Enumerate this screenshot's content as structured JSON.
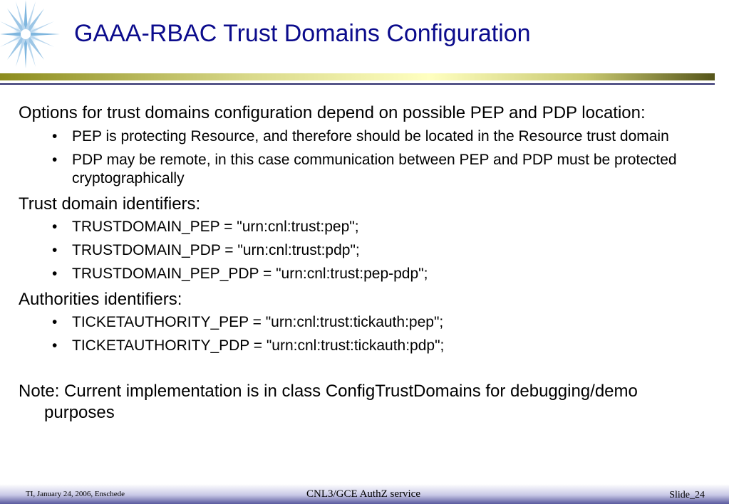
{
  "slide": {
    "title": "GAAA-RBAC Trust Domains Configuration",
    "logo_icon": "star-burst-icon",
    "colors": {
      "title": "#0b0b8c",
      "bar_dark": "#8c8c1e",
      "bar_light": "#ffffc0",
      "rule": "#2b2b6b",
      "footer": "#5a5a9e"
    }
  },
  "content": {
    "section1": {
      "text": "Options for trust domains configuration depend on possible PEP and PDP location:",
      "bullets": [
        "PEP is protecting Resource, and therefore should be located in the Resource trust domain",
        "PDP may be remote, in this case communication between PEP and PDP must be protected cryptographically"
      ]
    },
    "section2": {
      "text": "Trust domain identifiers:",
      "bullets": [
        "TRUSTDOMAIN_PEP = \"urn:cnl:trust:pep\";",
        "TRUSTDOMAIN_PDP = \"urn:cnl:trust:pdp\";",
        "TRUSTDOMAIN_PEP_PDP = \"urn:cnl:trust:pep-pdp\";"
      ]
    },
    "section3": {
      "text": "Authorities identifiers:",
      "bullets": [
        "TICKETAUTHORITY_PEP = \"urn:cnl:trust:tickauth:pep\";",
        "TICKETAUTHORITY_PDP = \"urn:cnl:trust:tickauth:pdp\";"
      ]
    },
    "note": "Note: Current implementation is in class ConfigTrustDomains for debugging/demo purposes",
    "bullet_glyph": "•"
  },
  "footer": {
    "left": "TI, January 24, 2006, Enschede",
    "center": "CNL3/GCE AuthZ service",
    "right": "Slide_24"
  }
}
